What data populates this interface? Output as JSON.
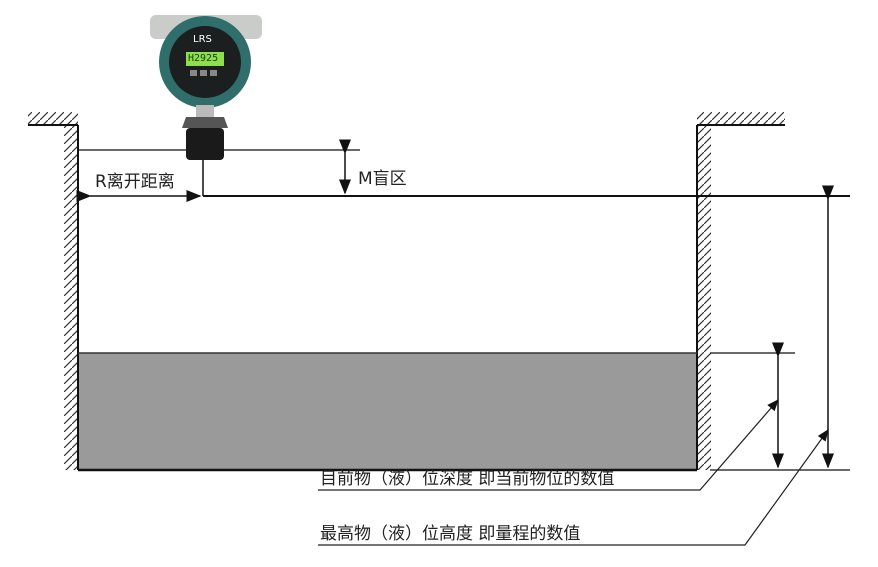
{
  "device": {
    "brand": "LRS",
    "display": "H2925"
  },
  "labels": {
    "r_distance": "R离开距离",
    "m_blind": "M盲区",
    "current_depth": "目前物（液）位深度  即当前物位的数值",
    "max_height": "最高物（液）位高度  即量程的数值"
  },
  "colors": {
    "liquid": "#9a9a9a",
    "line": "#111111",
    "device_body": "#2f6e6a",
    "lcd": "#8ee04a"
  }
}
